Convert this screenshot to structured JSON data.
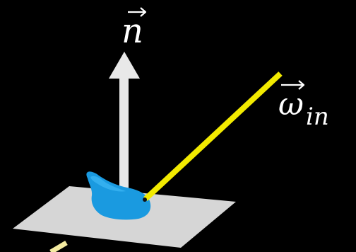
{
  "diagram": {
    "normal_label": "n",
    "incident_label": "ω",
    "incident_subscript": "in",
    "colors": {
      "background": "#000000",
      "surface": "#d6d6d6",
      "normal_arrow": "#e8e8e8",
      "incident_ray": "#f2ea00",
      "lobe": "#1a9ae0",
      "lobe_highlight": "#3fb8f5",
      "outgoing_ray": "#f3eaa0",
      "label": "#ffffff"
    }
  }
}
